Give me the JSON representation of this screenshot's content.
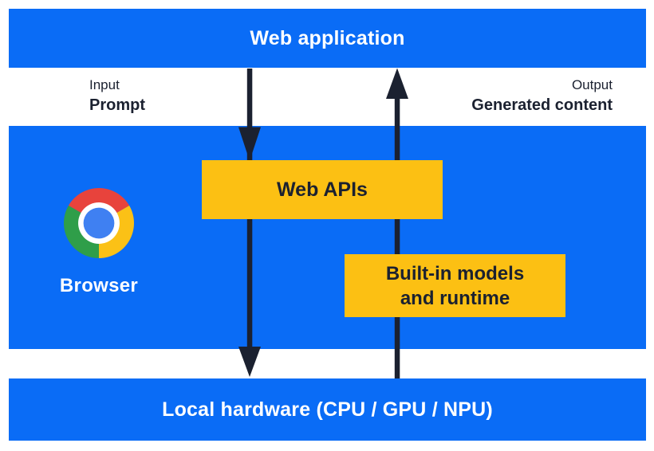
{
  "top_bar": {
    "label": "Web application"
  },
  "flow_labels": {
    "input": {
      "caption": "Input",
      "value": "Prompt"
    },
    "output": {
      "caption": "Output",
      "value": "Generated content"
    }
  },
  "browser_section": {
    "browser_label": "Browser",
    "logo_icon": "chrome-logo",
    "web_apis_box": {
      "label": "Web APIs"
    },
    "builtin_box": {
      "line1": "Built-in models",
      "line2": "and runtime"
    }
  },
  "bottom_bar": {
    "label": "Local hardware (CPU / GPU / NPU)"
  },
  "arrows": {
    "down_arrow": "input-flow-arrow",
    "up_arrow": "output-flow-arrow"
  },
  "colors": {
    "band_blue": "#0a6cf6",
    "box_yellow": "#fcc013",
    "ink_navy": "#1b2130",
    "text_white": "#ffffff",
    "chrome_red": "#e8433c",
    "chrome_yellow": "#fbc116",
    "chrome_green": "#2f9e49",
    "chrome_center_blue": "#3f80f2"
  }
}
